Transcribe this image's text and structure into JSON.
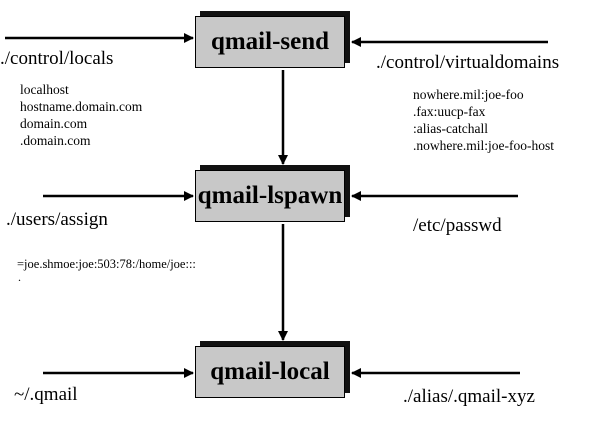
{
  "boxes": {
    "send": "qmail-send",
    "lspawn": "qmail-lspawn",
    "local": "qmail-local"
  },
  "inputs": {
    "control_locals": {
      "label": "./control/locals",
      "entries": [
        "localhost",
        "hostname.domain.com",
        "domain.com",
        ".domain.com"
      ]
    },
    "control_virtualdomains": {
      "label": "./control/virtualdomains",
      "entries": [
        "nowhere.mil:joe-foo",
        ".fax:uucp-fax",
        ":alias-catchall",
        ".nowhere.mil:joe-foo-host"
      ]
    },
    "users_assign": {
      "label": "./users/assign",
      "entries": [
        "=joe.shmoe:joe:503:78:/home/joe:::",
        "."
      ]
    },
    "etc_passwd": {
      "label": "/etc/passwd"
    },
    "home_qmail": {
      "label": "~/.qmail"
    },
    "alias_qmail": {
      "label": "./alias/.qmail-xyz"
    }
  },
  "colors": {
    "box_fill": "#c8c8c8",
    "box_shadow": "#111111",
    "line": "#000000"
  }
}
